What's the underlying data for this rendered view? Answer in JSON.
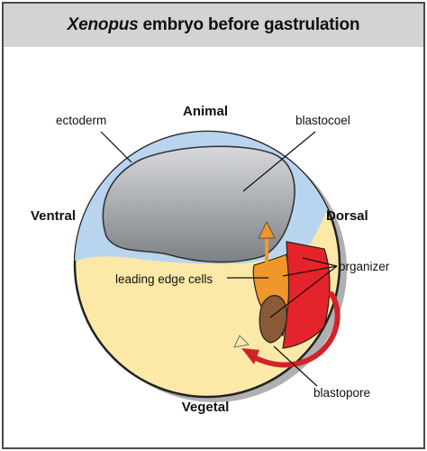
{
  "title": {
    "italic": "Xenopus",
    "rest": "embryo before gastrulation"
  },
  "poles": {
    "animal": "Animal",
    "vegetal": "Vegetal",
    "ventral": "Ventral",
    "dorsal": "Dorsal"
  },
  "labels": {
    "ectoderm": "ectoderm",
    "blastocoel": "blastocoel",
    "leading_edge": "leading edge cells",
    "organizer": "organizer",
    "blastopore": "blastopore"
  },
  "colors": {
    "ectoderm": "#b9d4ef",
    "yolk": "#fce9a8",
    "blastocoel_dark": "#7d8084",
    "blastocoel_light": "#d7d9dc",
    "organizer": "#e5232a",
    "leading_edge": "#f0962a",
    "blastopore_lip": "#8a5a36",
    "arrow": "#d2232a",
    "shadow": "#b0b0b0",
    "header": "#d3d3d3"
  }
}
